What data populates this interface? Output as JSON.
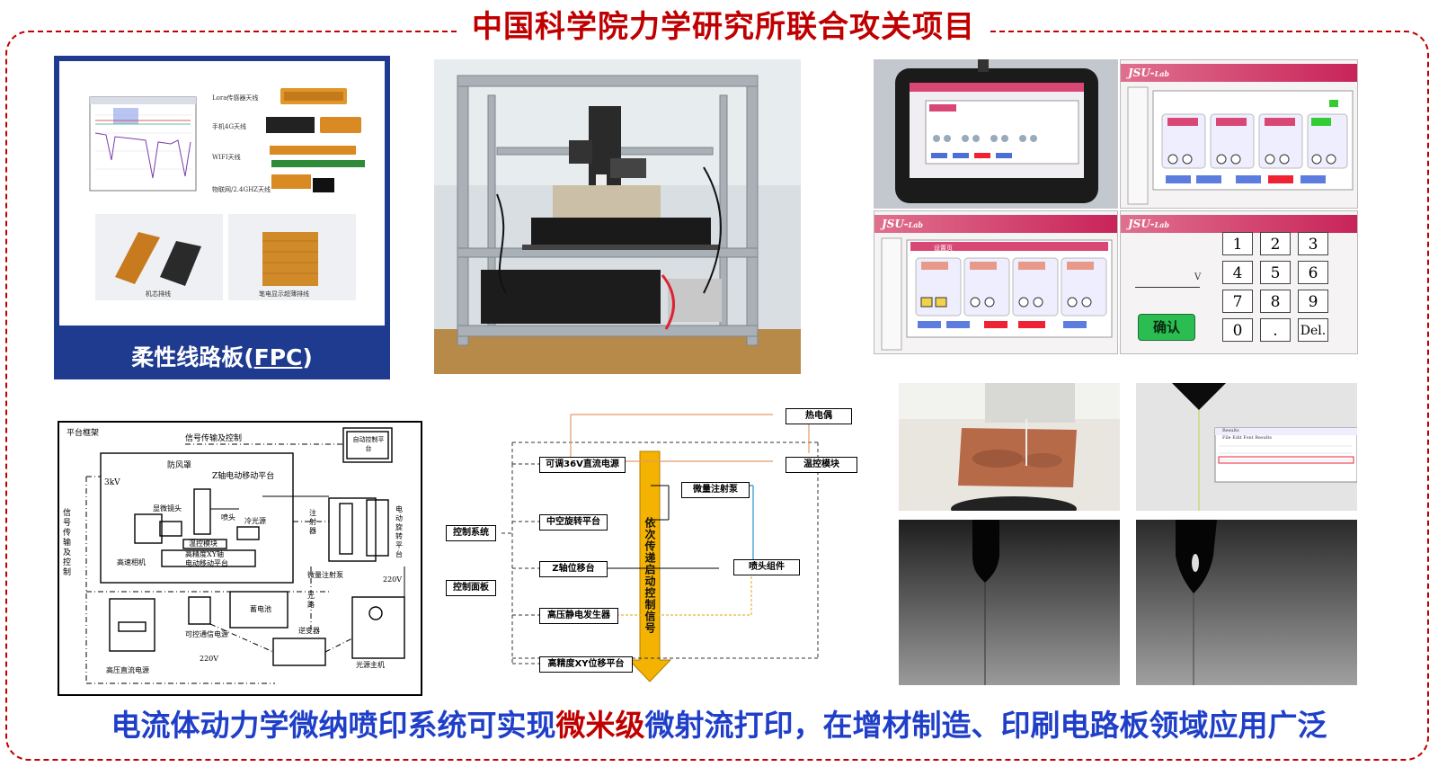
{
  "header": {
    "title": "中国科学院力学研究所联合攻关项目"
  },
  "caption": {
    "part1": "电流体动力学微纳喷印系统可实现",
    "highlight": "微米级",
    "part2": "微射流打印，在增材制造、印刷电路板领域应用广泛"
  },
  "fpc_panel": {
    "title": "柔性线路板(",
    "title_abbr": "FPC",
    "title_end": ")",
    "labels": [
      "Lora传感器天线",
      "手机4G天线",
      "WIFI天线",
      "物联网/2.4GHZ天线",
      "机芯排线",
      "笔电显示超薄排线"
    ]
  },
  "hmi": {
    "brand": "JSU-",
    "brand_sub": "Lab",
    "keypad": [
      "1",
      "2",
      "3",
      "4",
      "5",
      "6",
      "7",
      "8",
      "9",
      "0",
      ".",
      "Del."
    ],
    "confirm": "确认",
    "unit": "V",
    "screen2_title": "控制页",
    "screen3_title": "设置页"
  },
  "schematic": {
    "labels": {
      "frame": "平台框架",
      "signal_top": "信号传输及控制",
      "auto": "自动控制平台",
      "windshield": "防风罩",
      "z_axis": "Z轴电动移动平台",
      "kv": "3kV",
      "microscope": "显微镜头",
      "nozzle": "喷头",
      "cold_light": "冷光源",
      "temp_module": "温控模块",
      "xy": "高精度XY轴",
      "xy2": "电动移动平台",
      "highspeed": "高速相机",
      "syringe": "注射器",
      "pump": "微量注射泵",
      "rotate": "电动旋转平台",
      "v220a": "220V",
      "signal_left": "信号传输及控制",
      "optical": "光路",
      "battery": "蓄电池",
      "ctrl_power": "可控通信电源",
      "inverter": "逆变器",
      "hv_dc": "高压直流电源",
      "v220b": "220V",
      "light_host": "光源主机"
    }
  },
  "flowchart": {
    "control_system": "控制系统",
    "control_panel": "控制面板",
    "psu": "可调36V直流电源",
    "rotary": "中空旋转平台",
    "z_stage": "Z轴位移台",
    "hv_gen": "高压静电发生器",
    "xy_stage": "高精度XY位移平台",
    "thermocouple": "热电偶",
    "temp_module": "温控模块",
    "syringe_pump": "微量注射泵",
    "nozzle_assembly": "喷头组件",
    "signal_arrow": "依次传递启动控制信号"
  },
  "micro_photos": {
    "results_window": "Results",
    "results_menu": "File  Edit  Font  Results"
  },
  "colors": {
    "accent_red": "#c00000",
    "caption_blue": "#1f3fc9",
    "fpc_blue": "#1f3b8f",
    "arrow_yellow": "#f3b300",
    "ui_pink": "#d0426d",
    "confirm_green": "#2bbd52"
  }
}
